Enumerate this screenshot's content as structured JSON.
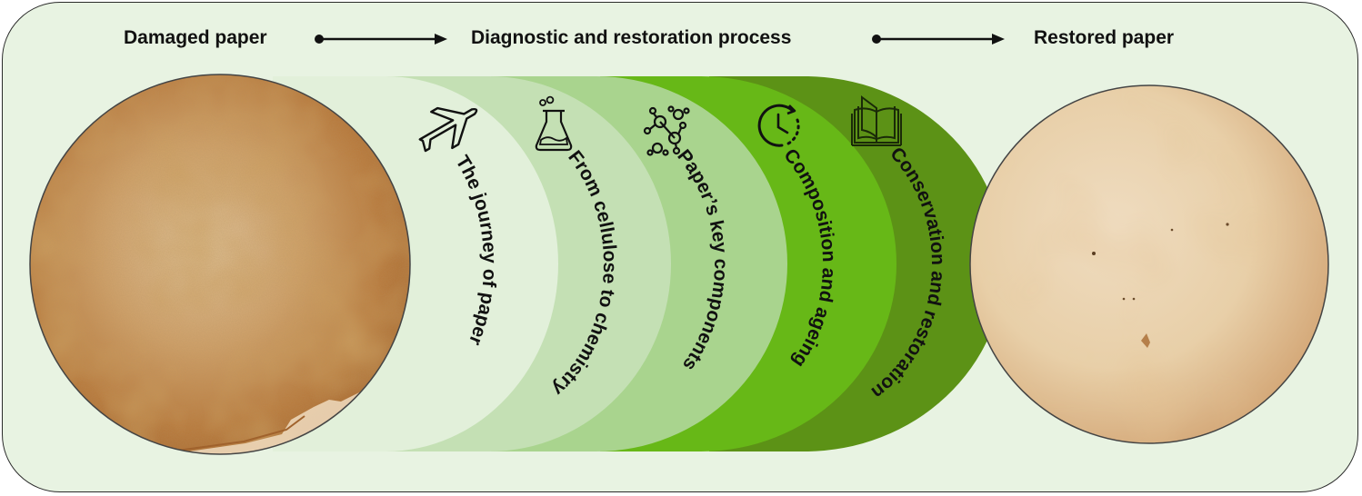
{
  "header": {
    "left_label": "Damaged paper",
    "center_label": "Diagnostic and restoration process",
    "right_label": "Restored paper"
  },
  "images": {
    "damaged": {
      "label": "Damaged paper sample",
      "tone": "#c9955a"
    },
    "restored": {
      "label": "Restored paper sample",
      "tone": "#e8d0ab"
    }
  },
  "steps": [
    {
      "label": "The journey of paper",
      "icon": "airplane-icon",
      "color": "#e2f0da"
    },
    {
      "label": "From cellulose to chemistry",
      "icon": "flask-icon",
      "color": "#c4e0b4"
    },
    {
      "label": "Paper’s key components",
      "icon": "molecule-icon",
      "color": "#a9d48e"
    },
    {
      "label": "Composition and ageing",
      "icon": "clock-icon",
      "color": "#67b817"
    },
    {
      "label": "Conservation and restoration",
      "icon": "book-icon",
      "color": "#5c9216"
    }
  ]
}
